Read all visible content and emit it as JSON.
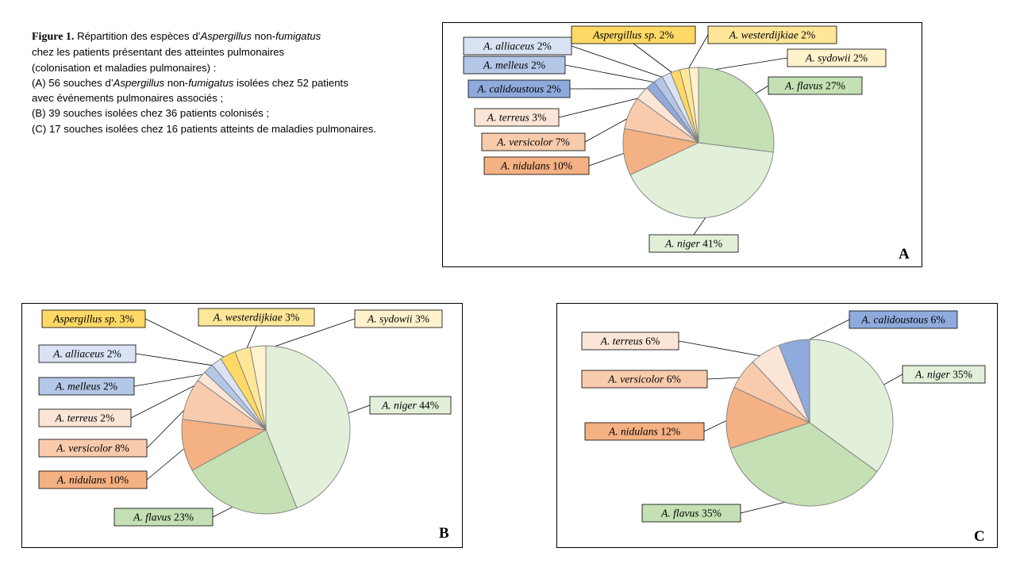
{
  "caption": {
    "figure_label": "Figure 1.",
    "line1_pre": " Répartition des espèces d’",
    "line1_it1": "Aspergillus",
    "line1_mid": " non-",
    "line1_it2": "fumigatus",
    "line2": "chez les patients présentant des atteintes pulmonaires",
    "line3": "(colonisation et maladies pulmonaires) :",
    "line4_pre": "(A) 56 souches d’",
    "line4_it1": "Aspergillus",
    "line4_mid": " non-",
    "line4_it2": "fumigatus",
    "line4_post": " isolées chez 52 patients",
    "line5": "avec événements pulmonaires associés ;",
    "line6": "(B) 39 souches isolées chez 36 patients colonisés ;",
    "line7": "(C) 17 souches isolées chez 16 patients atteints de maladies pulmonaires."
  },
  "colors": {
    "flavus": "#c5e0b4",
    "niger": "#e2f0d9",
    "nidulans": "#f4b183",
    "versicolor": "#f8cbad",
    "terreus": "#fbe5d6",
    "calidoustous": "#8faadc",
    "melleus": "#b4c7e7",
    "alliaceus": "#dae3f3",
    "aspergillus_sp": "#ffd966",
    "westerdijkiae": "#ffe699",
    "sydowii": "#fff2cc",
    "outline": "#7f7f7f"
  },
  "chart_data": [
    {
      "type": "pie",
      "panel_label": "A",
      "slices": [
        {
          "key": "flavus",
          "species": "A. flavus",
          "value": 27,
          "label": "27%"
        },
        {
          "key": "niger",
          "species": "A. niger",
          "value": 41,
          "label": "41%"
        },
        {
          "key": "nidulans",
          "species": "A. nidulans",
          "value": 10,
          "label": "10%"
        },
        {
          "key": "versicolor",
          "species": "A. versicolor",
          "value": 7,
          "label": "7%"
        },
        {
          "key": "terreus",
          "species": "A. terreus",
          "value": 3,
          "label": "3%"
        },
        {
          "key": "calidoustous",
          "species": "A. calidoustous",
          "value": 2,
          "label": "2%"
        },
        {
          "key": "melleus",
          "species": "A. melleus",
          "value": 2,
          "label": "2%"
        },
        {
          "key": "alliaceus",
          "species": "A. alliaceus",
          "value": 2,
          "label": "2%"
        },
        {
          "key": "aspergillus_sp",
          "species": "Aspergillus sp.",
          "value": 2,
          "label": "2%"
        },
        {
          "key": "westerdijkiae",
          "species": "A. westerdijkiae",
          "value": 2,
          "label": "2%"
        },
        {
          "key": "sydowii",
          "species": "A. sydowii",
          "value": 2,
          "label": "2%"
        }
      ]
    },
    {
      "type": "pie",
      "panel_label": "B",
      "slices": [
        {
          "key": "niger",
          "species": "A. niger",
          "value": 44,
          "label": "44%"
        },
        {
          "key": "flavus",
          "species": "A. flavus",
          "value": 23,
          "label": "23%"
        },
        {
          "key": "nidulans",
          "species": "A. nidulans",
          "value": 10,
          "label": "10%"
        },
        {
          "key": "versicolor",
          "species": "A. versicolor",
          "value": 8,
          "label": "8%"
        },
        {
          "key": "terreus",
          "species": "A. terreus",
          "value": 2,
          "label": "2%"
        },
        {
          "key": "melleus",
          "species": "A. melleus",
          "value": 2,
          "label": "2%"
        },
        {
          "key": "alliaceus",
          "species": "A. alliaceus",
          "value": 2,
          "label": "2%"
        },
        {
          "key": "aspergillus_sp",
          "species": "Aspergillus sp.",
          "value": 3,
          "label": "3%"
        },
        {
          "key": "westerdijkiae",
          "species": "A. westerdijkiae",
          "value": 3,
          "label": "3%"
        },
        {
          "key": "sydowii",
          "species": "A. sydowii",
          "value": 3,
          "label": "3%"
        }
      ]
    },
    {
      "type": "pie",
      "panel_label": "C",
      "slices": [
        {
          "key": "niger",
          "species": "A. niger",
          "value": 35,
          "label": "35%"
        },
        {
          "key": "flavus",
          "species": "A. flavus",
          "value": 35,
          "label": "35%"
        },
        {
          "key": "nidulans",
          "species": "A. nidulans",
          "value": 12,
          "label": "12%"
        },
        {
          "key": "versicolor",
          "species": "A. versicolor",
          "value": 6,
          "label": "6%"
        },
        {
          "key": "terreus",
          "species": "A. terreus",
          "value": 6,
          "label": "6%"
        },
        {
          "key": "calidoustous",
          "species": "A. calidoustous",
          "value": 6,
          "label": "6%"
        }
      ]
    }
  ]
}
